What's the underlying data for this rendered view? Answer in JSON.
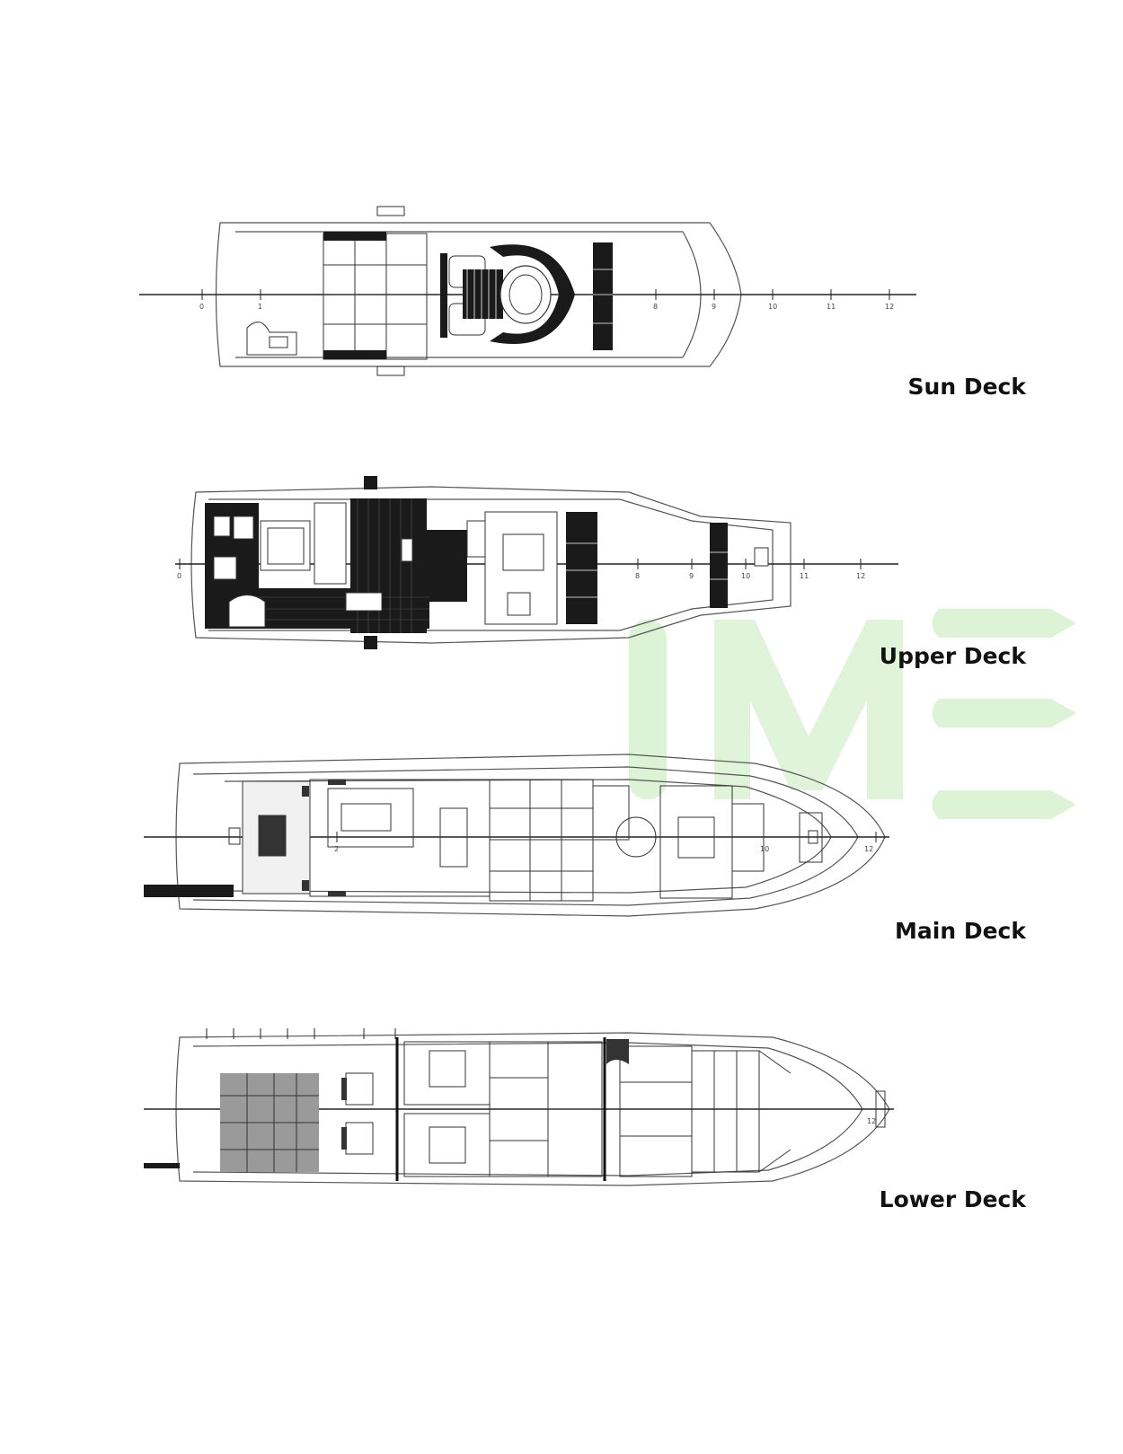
{
  "decks": [
    {
      "id": "sun",
      "label": "Sun Deck"
    },
    {
      "id": "upper",
      "label": "Upper Deck"
    },
    {
      "id": "main",
      "label": "Main Deck"
    },
    {
      "id": "lower",
      "label": "Lower Deck"
    }
  ],
  "watermark": {
    "description_icon": "ime-logo",
    "color": "#d9f2d3"
  },
  "colors": {
    "line": "#222222",
    "hull": "#555555",
    "deck_fill": "#1a1a1a",
    "shade": "#9a9a9a"
  }
}
